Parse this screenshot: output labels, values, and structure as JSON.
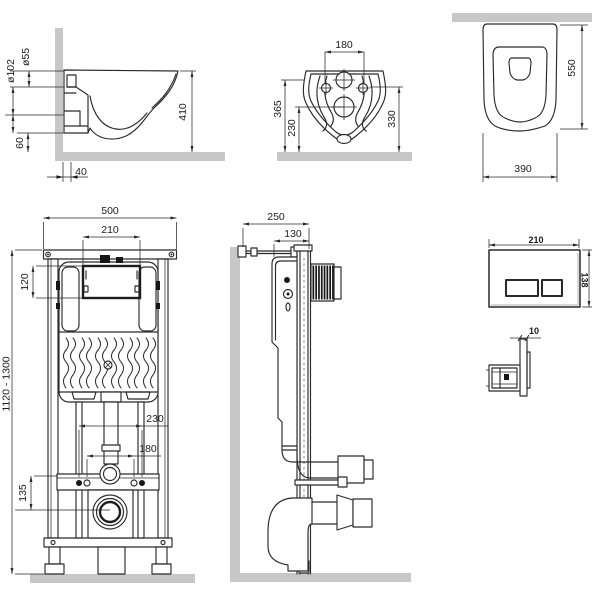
{
  "drawing": {
    "colors": {
      "line": "#2a2a2a",
      "dim_text": "#1c1c1c",
      "surface_gray": "#c7c7c7",
      "background": "#ffffff"
    },
    "views": {
      "toilet_side": {
        "dims": {
          "flush_hole_dia": "ø55",
          "drain_hole_dia": "ø102",
          "bottom_height": "60",
          "wall_offset": "40",
          "bowl_height": "410"
        }
      },
      "toilet_rear": {
        "dims": {
          "bolt_spacing": "180",
          "top_height": "365",
          "drain_center_height": "230",
          "rim_height": "330"
        }
      },
      "toilet_top": {
        "dims": {
          "depth": "550",
          "width": "390"
        }
      },
      "frame_front": {
        "dims": {
          "frame_width": "500",
          "window_width": "210",
          "window_height": "120",
          "install_height_range": "1120 - 1300",
          "outer_bolt_spacing": "230",
          "inner_bolt_spacing": "180",
          "drain_drop": "135"
        }
      },
      "frame_side": {
        "dims": {
          "total_depth": "250",
          "frame_depth": "130"
        }
      },
      "flush_plate_front": {
        "dims": {
          "width": "210",
          "height": "138"
        }
      },
      "flush_plate_side": {
        "dims": {
          "thickness": "10"
        }
      }
    }
  }
}
